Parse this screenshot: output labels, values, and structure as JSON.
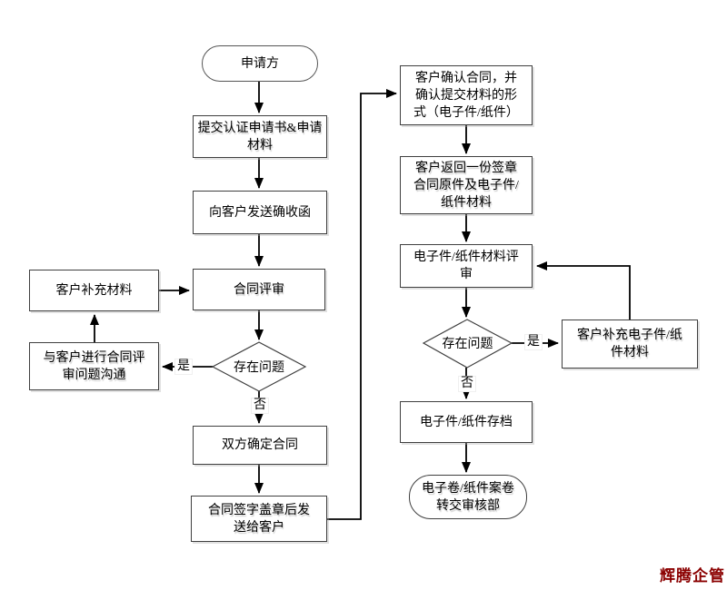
{
  "colors": {
    "line": "#000000",
    "box_border": "#3f3f3f",
    "box_fill": "#ffffff",
    "watermark": "#8b0000"
  },
  "watermark": {
    "text": "辉腾企管"
  },
  "flowchart": {
    "nodes": {
      "start": "申请方",
      "submit": "提交认证申请书&申请\n材料",
      "send_letter": "向客户发送确收函",
      "contract_review": "合同评审",
      "decision_left": "存在问题",
      "supplement": "客户补充材料",
      "communicate": "与客户进行合同评\n审问题沟通",
      "confirm": "双方确定合同",
      "sign_send": "合同签字盖章后发\n送给客户",
      "customer_confirm": "客户确认合同，并\n确认提交材料的形\n式（电子件/纸件）",
      "customer_return": "客户返回一份签章\n合同原件及电子件/\n纸件材料",
      "material_review": "电子件/纸件材料评\n审",
      "decision_right": "存在问题",
      "supplement_e": "客户补充电子件/纸\n件材料",
      "archive": "电子件/纸件存档",
      "transfer": "电子卷/纸件案卷\n转交审核部"
    },
    "edge_labels": {
      "left_yes": "是",
      "left_no": "否",
      "right_yes": "是",
      "right_no": "否"
    }
  }
}
